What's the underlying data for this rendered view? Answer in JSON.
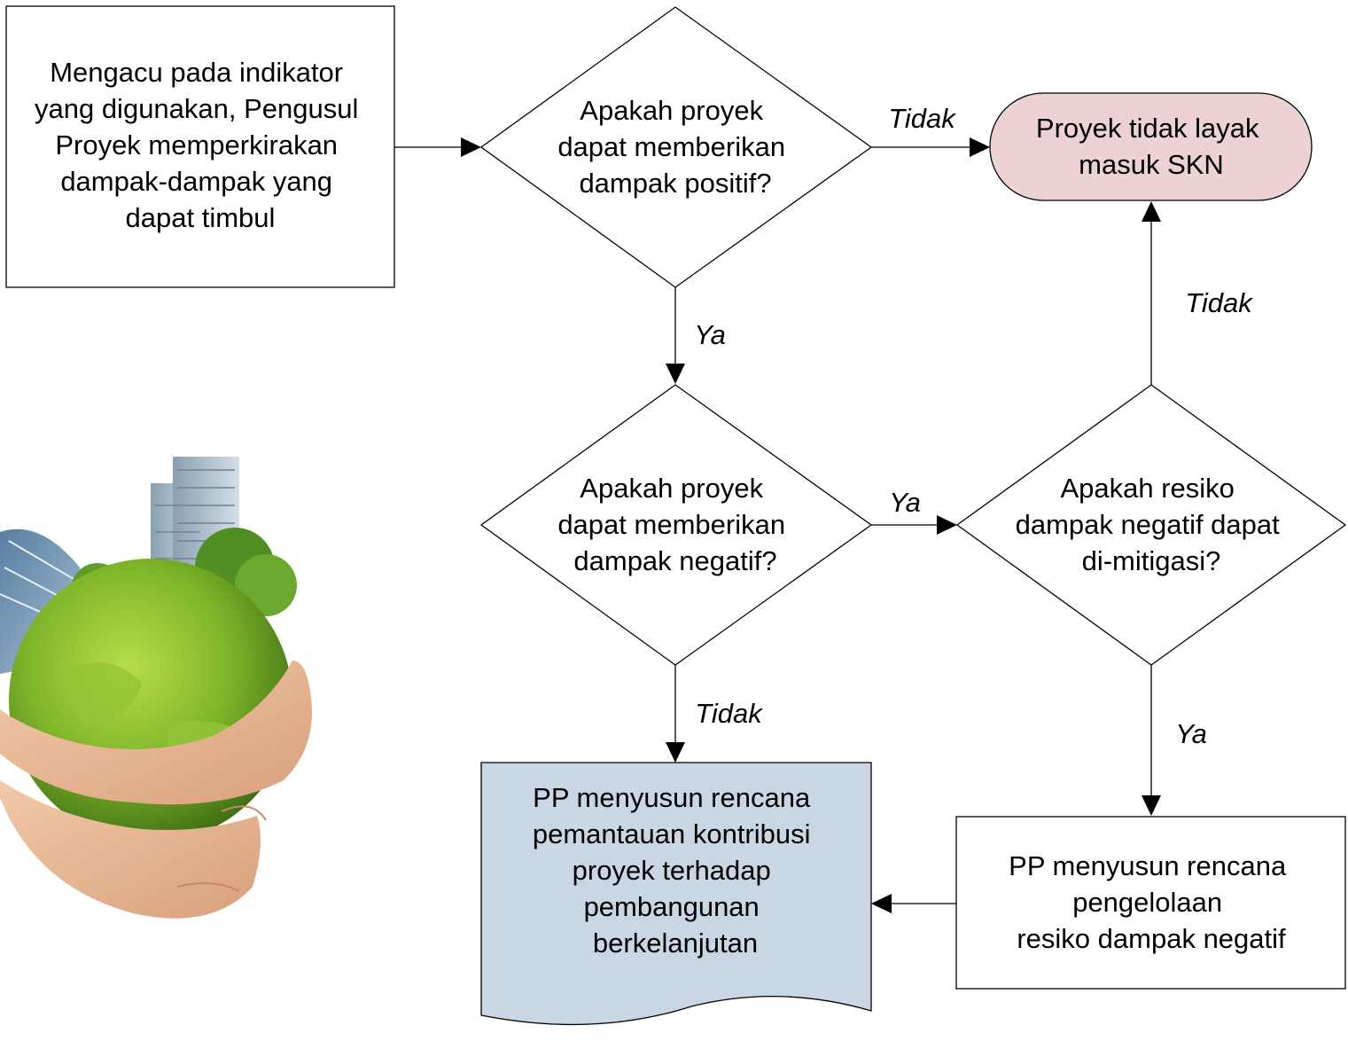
{
  "colors": {
    "terminal_fill": "#ecd2d2",
    "document_fill": "#c9d6e4",
    "box_fill": "#ffffff",
    "stroke": "#000000"
  },
  "nodes": {
    "start": {
      "lines": [
        "Mengacu pada indikator",
        "yang digunakan, Pengusul",
        "Proyek memperkirakan",
        "dampak-dampak yang",
        "dapat timbul"
      ]
    },
    "decision_positive": {
      "lines": [
        "Apakah proyek",
        "dapat memberikan",
        "dampak positif?"
      ]
    },
    "terminal_not_eligible": {
      "lines": [
        "Proyek tidak layak",
        "masuk SKN"
      ]
    },
    "decision_negative": {
      "lines": [
        "Apakah proyek",
        "dapat memberikan",
        "dampak negatif?"
      ]
    },
    "decision_mitigate": {
      "lines": [
        "Apakah resiko",
        "dampak negatif dapat",
        "di-mitigasi?"
      ]
    },
    "doc_monitoring": {
      "lines": [
        "PP menyusun rencana",
        "pemantauan kontribusi",
        "proyek terhadap",
        "pembangunan",
        "berkelanjutan"
      ]
    },
    "box_risk_plan": {
      "lines": [
        "PP menyusun rencana",
        "pengelolaan",
        "resiko dampak negatif"
      ]
    }
  },
  "edge_labels": {
    "positive_no": "Tidak",
    "positive_yes": "Ya",
    "negative_yes": "Ya",
    "negative_no": "Tidak",
    "mitigate_no": "Tidak",
    "mitigate_yes": "Ya"
  },
  "illustration": {
    "icon": "earth-in-hands-illustration"
  }
}
